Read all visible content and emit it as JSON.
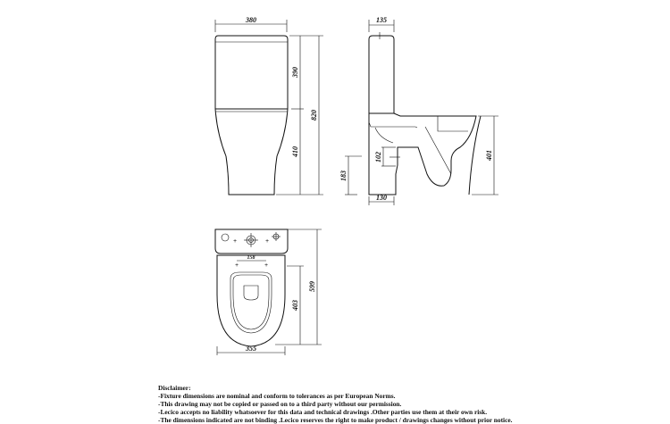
{
  "front_view": {
    "width": "380",
    "cistern_height": "390",
    "total_height": "820",
    "pan_height": "410"
  },
  "side_view": {
    "cistern_depth": "135",
    "outlet_height": "183",
    "outlet_diameter": "102",
    "wall_gap": "130",
    "bowl_height": "401"
  },
  "plan_view": {
    "fixing_spacing": "158",
    "fixing_to_front": "403",
    "total_depth": "599",
    "width": "355"
  },
  "disclaimer": {
    "title": "Disclaimer:",
    "lines": [
      "-Fixture dimensions are nominal and conform to tolerances as per European Norms.",
      "-This drawing may not be copied or passed on to a third party without our permission.",
      "-Lecico accepts no liability whatsoever for this data and technical drawings .Other parties use them at their own risk.",
      "-The dimensions indicated are not binding .Lecico reserves the right to make product / drawings changes without prior notice."
    ]
  }
}
